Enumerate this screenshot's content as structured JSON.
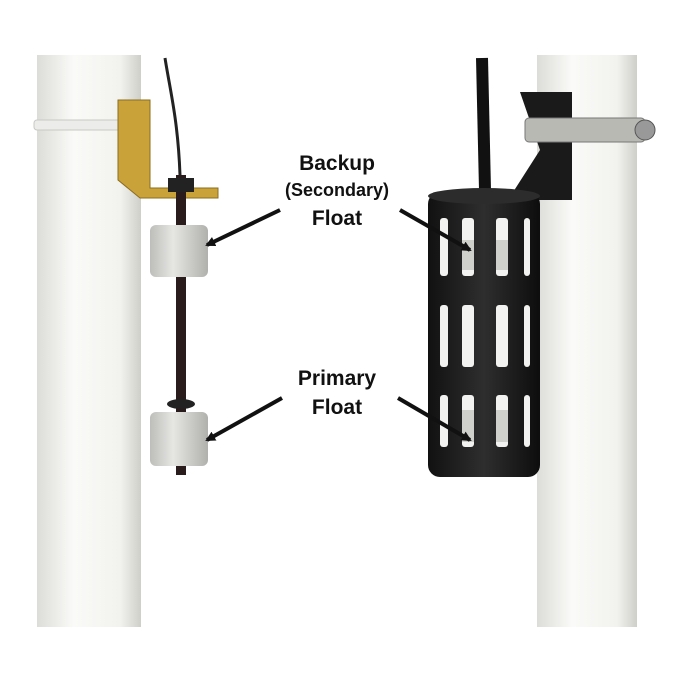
{
  "labels": {
    "backup": {
      "line1": "Backup",
      "line2": "(Secondary)",
      "line3": "Float"
    },
    "primary": {
      "line1": "Primary",
      "line2": "Float"
    }
  },
  "colors": {
    "pipe": "#f4f4f2",
    "cage": "#1f1f1f",
    "float": "#d8d8d6",
    "bracket": "#c9a23a",
    "text": "#111111"
  }
}
